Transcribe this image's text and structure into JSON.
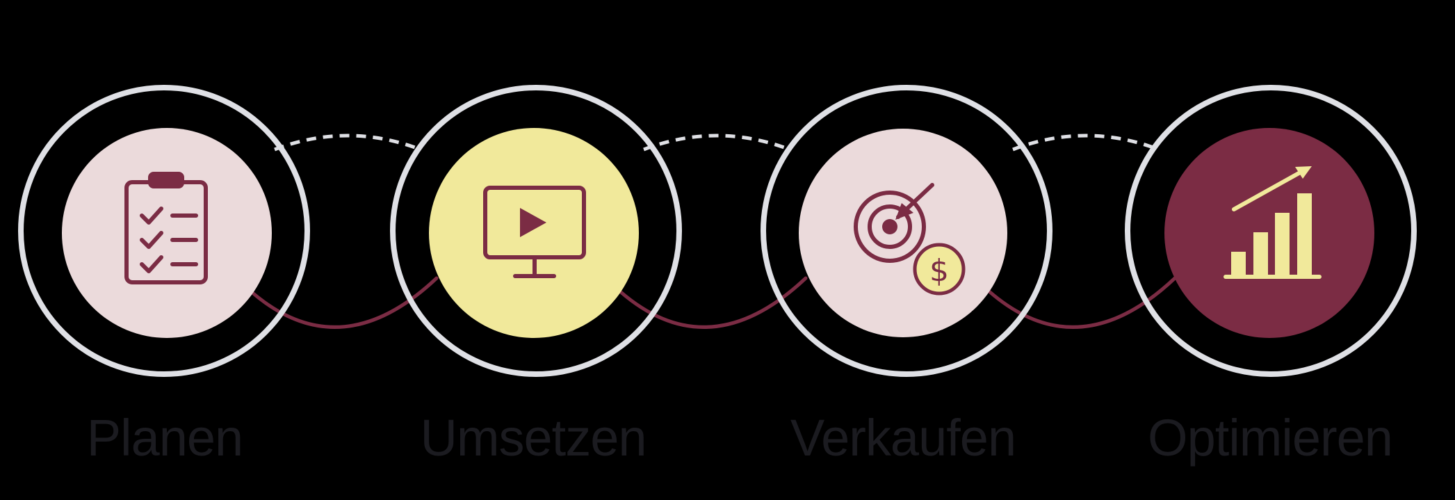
{
  "colors": {
    "background": "#000000",
    "outer_ring": "#dfe0e5",
    "connector_arc": "#7b2c44",
    "dashed_arc": "#dfe0e5",
    "label_text": "#1b1b20",
    "disc_pink": "#ebdadb",
    "disc_yellow": "#f1e99b",
    "disc_maroon": "#7b2c44",
    "icon_maroon": "#7b2c44",
    "icon_yellow": "#f1e99b"
  },
  "steps": [
    {
      "label": "Planen",
      "icon": "clipboard-checklist-icon",
      "disc_color": "pink"
    },
    {
      "label": "Umsetzen",
      "icon": "monitor-play-icon",
      "disc_color": "yellow"
    },
    {
      "label": "Verkaufen",
      "icon": "target-dollar-icon",
      "disc_color": "pink"
    },
    {
      "label": "Optimieren",
      "icon": "growth-chart-icon",
      "disc_color": "maroon"
    }
  ]
}
